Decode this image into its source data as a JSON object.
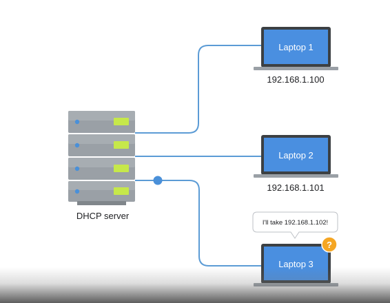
{
  "server": {
    "label": "DHCP server",
    "colors": {
      "body": "#9aa0a6",
      "body_dark": "#80868b",
      "led": "#4a90d9",
      "drive": "#c6e84a"
    }
  },
  "laptops": [
    {
      "label": "Laptop 1",
      "ip": "192.168.1.100"
    },
    {
      "label": "Laptop 2",
      "ip": "192.168.1.101"
    },
    {
      "label": "Laptop 3",
      "ip": ""
    }
  ],
  "bubble": {
    "text": "I'll take 192.168.1.102!"
  },
  "question_badge": {
    "symbol": "?",
    "color": "#f5a623"
  },
  "colors": {
    "link": "#5b9bd5",
    "laptop_screen": "#4a8fe0",
    "laptop_frame": "#3c4043"
  }
}
